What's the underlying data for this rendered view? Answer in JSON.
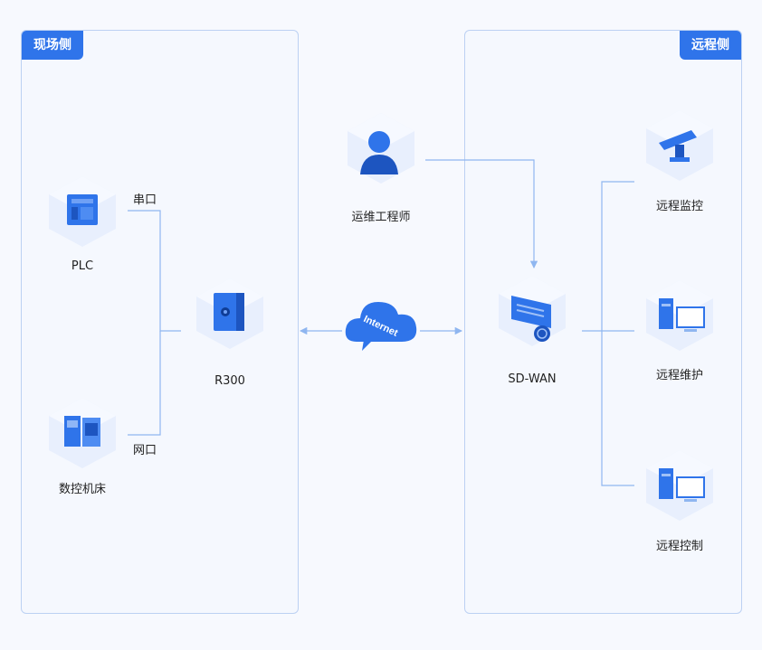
{
  "panels": {
    "left_title": "现场侧",
    "right_title": "远程侧"
  },
  "nodes": {
    "plc": "PLC",
    "cnc": "数控机床",
    "r300": "R300",
    "engineer": "运维工程师",
    "internet": "Internet",
    "sdwan": "SD-WAN",
    "monitor": "远程监控",
    "maintain": "远程维护",
    "control": "远程控制"
  },
  "ports": {
    "serial": "串口",
    "ethernet": "网口"
  },
  "colors": {
    "accent": "#2f74ea",
    "line": "#8fb6f0",
    "panel_border": "#bcd1f3"
  }
}
